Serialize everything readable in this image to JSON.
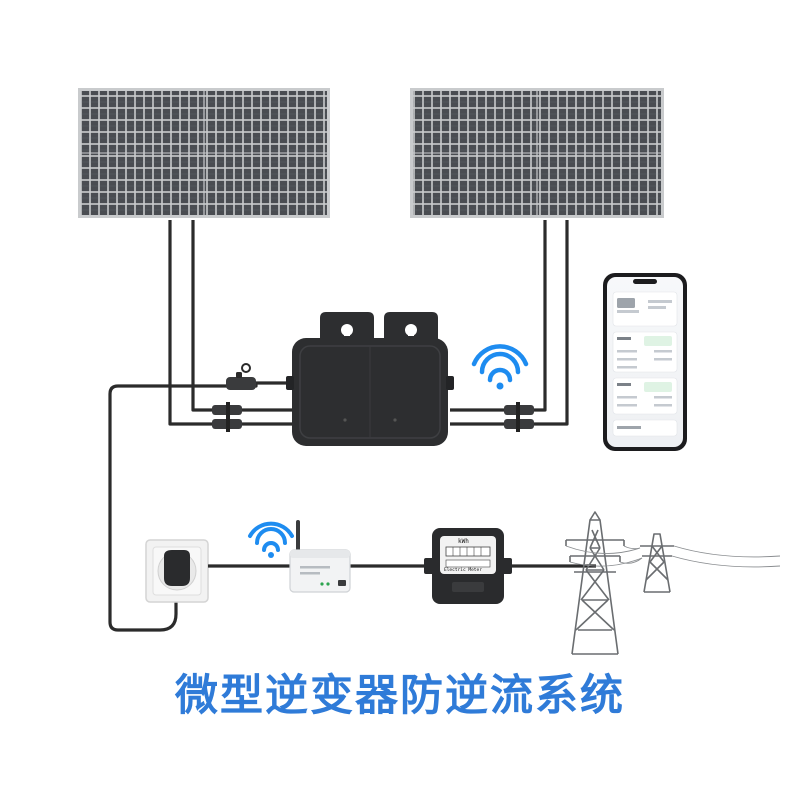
{
  "caption": "微型逆变器防逆流系统",
  "colors": {
    "caption": "#2f7bd8",
    "cable": "#2b2b2b",
    "panel_frame": "#c9cbcd",
    "panel_cell": "#4a4d52",
    "inverter": "#2d2e30",
    "wifi": "#1e8cf0",
    "tower": "#6a6d70"
  },
  "meter": {
    "unit_label": "kWh",
    "sub_label": "Electric Meter"
  },
  "components": {
    "panels": [
      "solar-panel-left",
      "solar-panel-right"
    ],
    "inverter": "micro-inverter",
    "phone": "smartphone-app",
    "gateway": "wifi-gateway",
    "socket": "wall-socket",
    "meter": "energy-meter",
    "grid": "power-tower"
  },
  "icons": [
    "wifi-icon",
    "wifi-icon"
  ]
}
